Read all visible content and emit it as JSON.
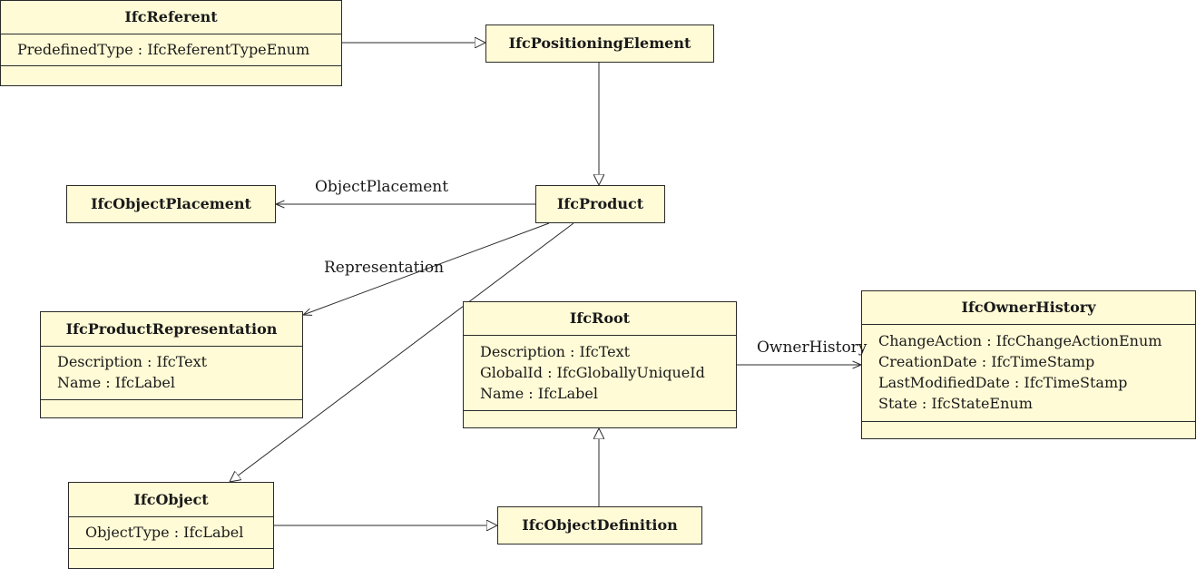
{
  "classes": {
    "ifc_referent": {
      "name": "IfcReferent",
      "attributes": [
        "PredefinedType : IfcReferentTypeEnum"
      ]
    },
    "ifc_positioning_element": {
      "name": "IfcPositioningElement"
    },
    "ifc_object_placement": {
      "name": "IfcObjectPlacement"
    },
    "ifc_product": {
      "name": "IfcProduct"
    },
    "ifc_product_representation": {
      "name": "IfcProductRepresentation",
      "attributes": [
        "Description : IfcText",
        "Name : IfcLabel"
      ]
    },
    "ifc_root": {
      "name": "IfcRoot",
      "attributes": [
        "Description : IfcText",
        "GlobalId : IfcGloballyUniqueId",
        "Name : IfcLabel"
      ]
    },
    "ifc_owner_history": {
      "name": "IfcOwnerHistory",
      "attributes": [
        "ChangeAction : IfcChangeActionEnum",
        "CreationDate : IfcTimeStamp",
        "LastModifiedDate : IfcTimeStamp",
        "State : IfcStateEnum"
      ]
    },
    "ifc_object": {
      "name": "IfcObject",
      "attributes": [
        "ObjectType : IfcLabel"
      ]
    },
    "ifc_object_definition": {
      "name": "IfcObjectDefinition"
    }
  },
  "associations": {
    "object_placement": "ObjectPlacement",
    "representation": "Representation",
    "owner_history": "OwnerHistory"
  }
}
